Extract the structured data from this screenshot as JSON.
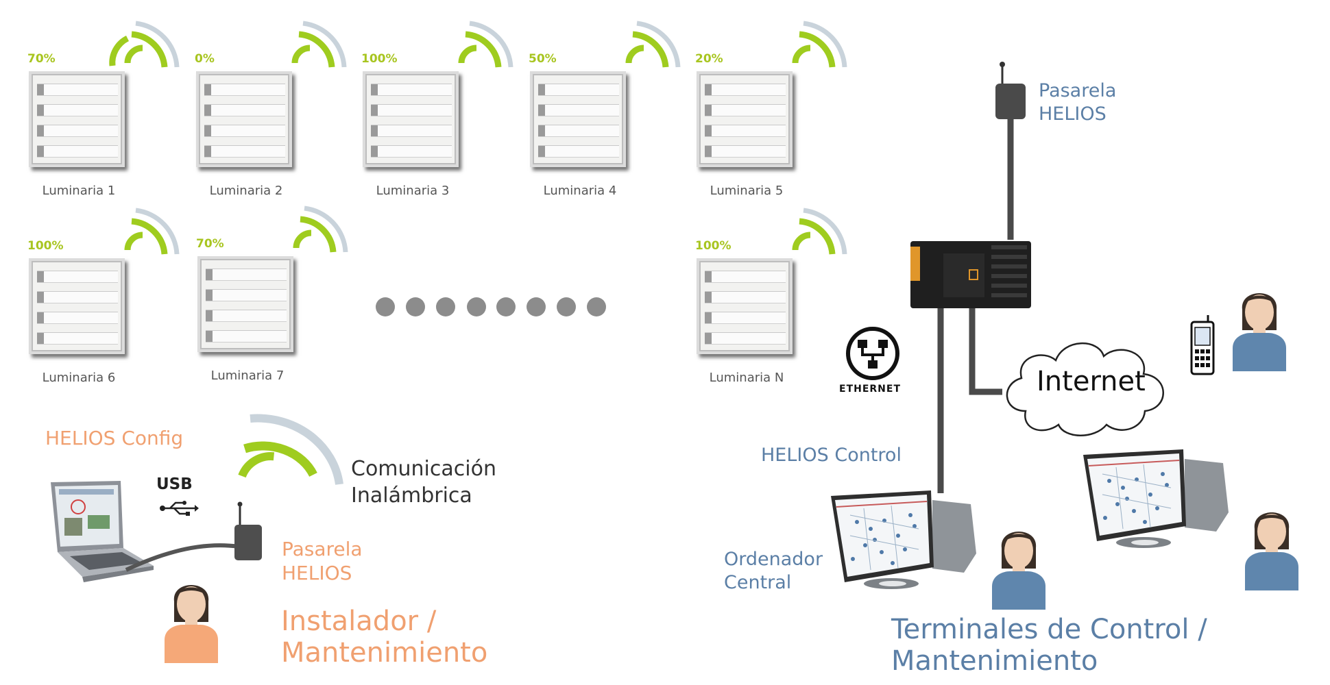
{
  "luminarias": [
    {
      "name": "Luminaria 1",
      "level": "70%"
    },
    {
      "name": "Luminaria 2",
      "level": "0%"
    },
    {
      "name": "Luminaria 3",
      "level": "100%"
    },
    {
      "name": "Luminaria 4",
      "level": "50%"
    },
    {
      "name": "Luminaria 5",
      "level": "20%"
    },
    {
      "name": "Luminaria 6",
      "level": "100%"
    },
    {
      "name": "Luminaria 7",
      "level": "70%"
    },
    {
      "name": "Luminaria N",
      "level": "100%"
    }
  ],
  "installer": {
    "app_label": "HELIOS Config",
    "usb_label": "USB",
    "wireless_label_line1": "Comunicación",
    "wireless_label_line2": "Inalámbrica",
    "gateway_line1": "Pasarela",
    "gateway_line2": "HELIOS",
    "role_line1": "Instalador /",
    "role_line2": "Mantenimiento"
  },
  "control": {
    "gateway_line1": "Pasarela",
    "gateway_line2": "HELIOS",
    "ethernet_label": "ETHERNET",
    "internet_label": "Internet",
    "control_label": "HELIOS Control",
    "central_line1": "Ordenador",
    "central_line2": "Central",
    "role_line1": "Terminales de Control /",
    "role_line2": "Mantenimiento"
  },
  "colors": {
    "percent_green": "#a8c520",
    "wifi_green": "#9fcc1f",
    "wifi_grey": "#c9d3db",
    "blue_text": "#5b7fa6",
    "orange_text": "#f0a070",
    "person_blue": "#5f86ad",
    "person_orange": "#f5a878"
  }
}
